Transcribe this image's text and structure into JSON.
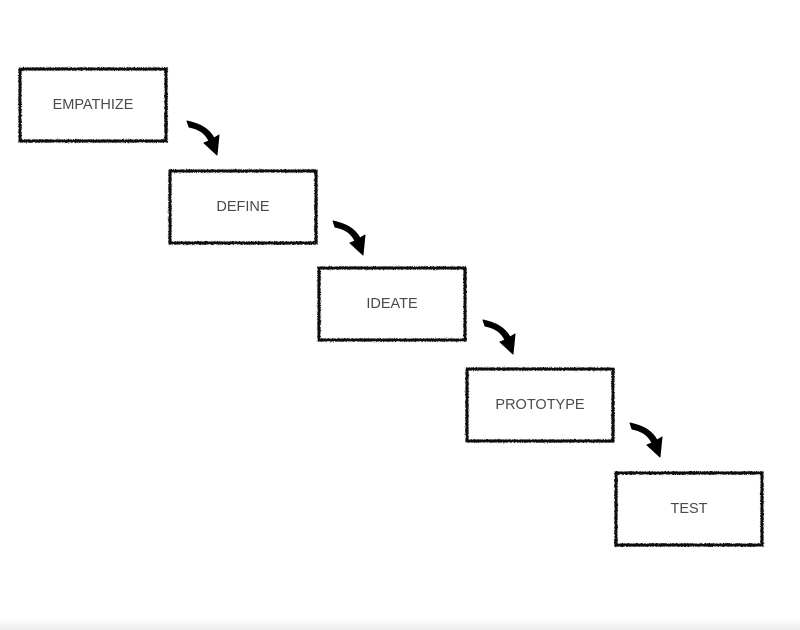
{
  "colors": {
    "background": "#ffffff",
    "box_border": "#111111",
    "arrow": "#000000",
    "text": "#4a4a4a"
  },
  "steps": [
    {
      "label": "EMPATHIZE"
    },
    {
      "label": "DEFINE"
    },
    {
      "label": "IDEATE"
    },
    {
      "label": "PROTOTYPE"
    },
    {
      "label": "TEST"
    }
  ],
  "connectors": [
    {
      "from": "EMPATHIZE",
      "to": "DEFINE",
      "icon": "curved-arrow-down-right-icon"
    },
    {
      "from": "DEFINE",
      "to": "IDEATE",
      "icon": "curved-arrow-down-right-icon"
    },
    {
      "from": "IDEATE",
      "to": "PROTOTYPE",
      "icon": "curved-arrow-down-right-icon"
    },
    {
      "from": "PROTOTYPE",
      "to": "TEST",
      "icon": "curved-arrow-down-right-icon"
    }
  ]
}
